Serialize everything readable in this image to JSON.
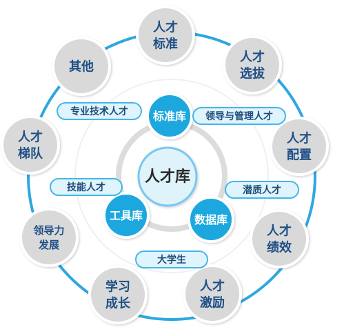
{
  "center": {
    "label": "人才库"
  },
  "hubs": [
    {
      "id": "standard",
      "label": "标准库"
    },
    {
      "id": "tools",
      "label": "工具库"
    },
    {
      "id": "data",
      "label": "数据库"
    }
  ],
  "outer_nodes": [
    {
      "id": "standard-talent",
      "lines": [
        "人才",
        "标准"
      ]
    },
    {
      "id": "talent-selection",
      "lines": [
        "人才",
        "选拔"
      ]
    },
    {
      "id": "talent-allocation",
      "lines": [
        "人才",
        "配置"
      ]
    },
    {
      "id": "talent-performance",
      "lines": [
        "人才",
        "绩效"
      ]
    },
    {
      "id": "talent-incentive",
      "lines": [
        "人才",
        "激励"
      ]
    },
    {
      "id": "learning-growth",
      "lines": [
        "学习",
        "成长"
      ]
    },
    {
      "id": "leadership-development",
      "lines": [
        "领导力",
        "发展"
      ]
    },
    {
      "id": "talent-echelon",
      "lines": [
        "人才",
        "梯队"
      ]
    },
    {
      "id": "others",
      "lines": [
        "其他"
      ]
    }
  ],
  "tags": [
    {
      "id": "professional-technical",
      "label": "专业技术人才"
    },
    {
      "id": "leadership-management",
      "label": "领导与管理人才"
    },
    {
      "id": "skilled-talent",
      "label": "技能人才"
    },
    {
      "id": "potential-talent",
      "label": "潜质人才"
    },
    {
      "id": "college-students",
      "label": "大学生"
    }
  ],
  "colors": {
    "ring": "#2ea7e0",
    "inner_ring": "#dcdcdc",
    "center_fill": "#dff3fb",
    "center_stroke": "#79c8ef",
    "hub_fill": "#1aa8df",
    "hub_stroke": "#ffffff",
    "outer_fill": "#d9d9d9",
    "outer_stroke": "#ffffff",
    "tag_fill": "#dff4fc",
    "tag_stroke": "#44b6e8",
    "text_dark": "#1e4f86"
  }
}
